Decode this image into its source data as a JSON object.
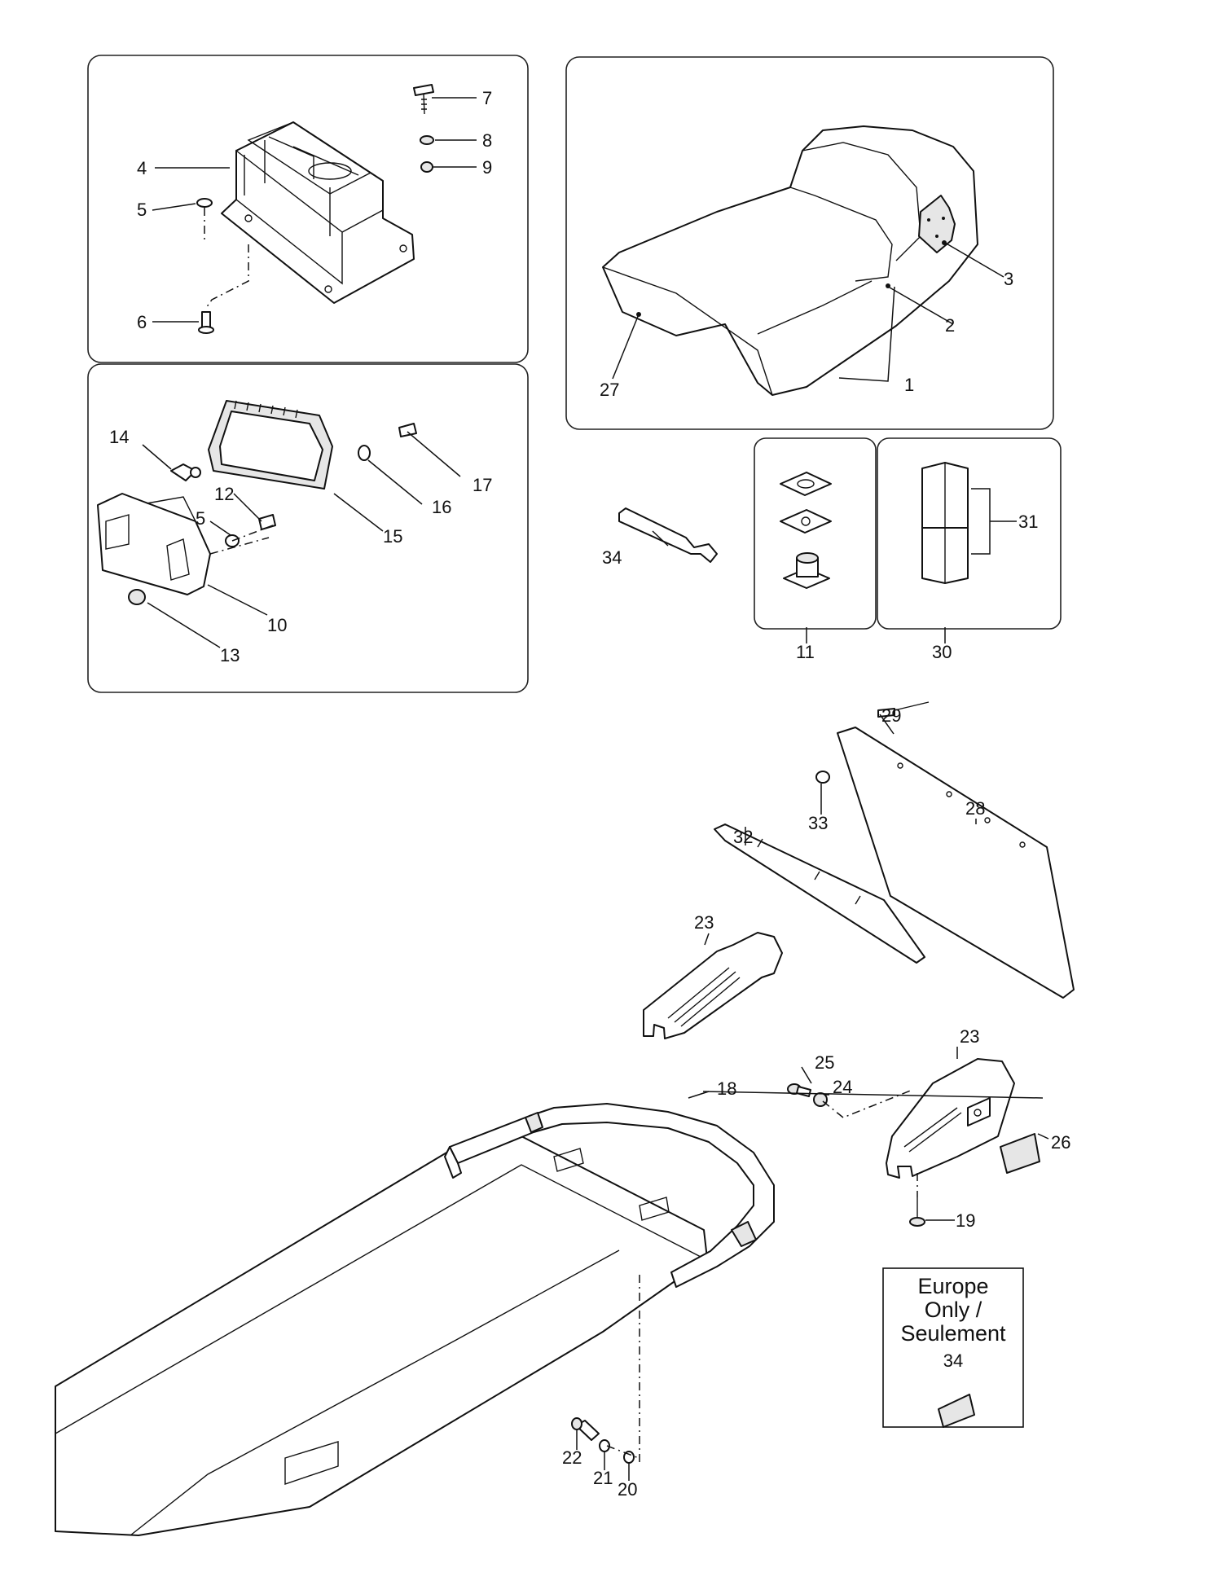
{
  "callouts": {
    "c1": "1",
    "c2": "2",
    "c3": "3",
    "c4": "4",
    "c5": "5",
    "c5b": "5",
    "c6": "6",
    "c7": "7",
    "c8": "8",
    "c9": "9",
    "c10": "10",
    "c11": "11",
    "c12": "12",
    "c13": "13",
    "c14": "14",
    "c15": "15",
    "c16": "16",
    "c17": "17",
    "c18": "18",
    "c19": "19",
    "c20": "20",
    "c21": "21",
    "c22": "22",
    "c23": "23",
    "c23b": "23",
    "c24": "24",
    "c25": "25",
    "c26": "26",
    "c27": "27",
    "c28": "28",
    "c29": "29",
    "c30": "30",
    "c31": "31",
    "c32": "32",
    "c33": "33",
    "c34": "34",
    "c34b": "34"
  },
  "europe_box": {
    "line1": "Europe",
    "line2": "Only /",
    "line3": "Seulement",
    "part": "34"
  }
}
